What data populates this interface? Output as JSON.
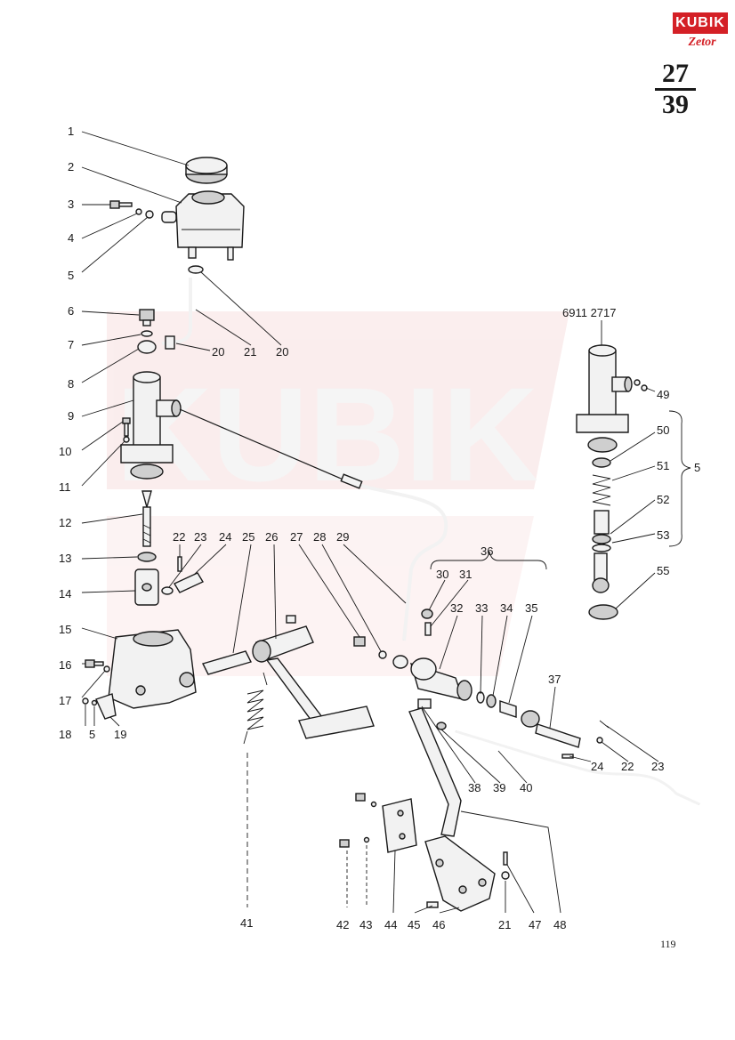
{
  "brand": {
    "name": "KUBIK",
    "sub": "Zetor",
    "color": "#d42026"
  },
  "page_fraction": {
    "top": "27",
    "bottom": "39"
  },
  "page_number": "119",
  "watermark": {
    "text": "KUBIK",
    "color": "#f5d6d6"
  },
  "part_code": "6911 2717",
  "callouts": [
    {
      "id": "c1",
      "text": "1"
    },
    {
      "id": "c2",
      "text": "2"
    },
    {
      "id": "c3",
      "text": "3"
    },
    {
      "id": "c4",
      "text": "4"
    },
    {
      "id": "c5",
      "text": "5"
    },
    {
      "id": "c6",
      "text": "6"
    },
    {
      "id": "c7",
      "text": "7"
    },
    {
      "id": "c8",
      "text": "8"
    },
    {
      "id": "c9",
      "text": "9"
    },
    {
      "id": "c10",
      "text": "10"
    },
    {
      "id": "c11",
      "text": "11"
    },
    {
      "id": "c12",
      "text": "12"
    },
    {
      "id": "c13",
      "text": "13"
    },
    {
      "id": "c14",
      "text": "14"
    },
    {
      "id": "c15",
      "text": "15"
    },
    {
      "id": "c16",
      "text": "16"
    },
    {
      "id": "c17",
      "text": "17"
    },
    {
      "id": "c18",
      "text": "18"
    },
    {
      "id": "c5b",
      "text": "5"
    },
    {
      "id": "c19",
      "text": "19"
    },
    {
      "id": "c20a",
      "text": "20"
    },
    {
      "id": "c21a",
      "text": "21"
    },
    {
      "id": "c20b",
      "text": "20"
    },
    {
      "id": "c22a",
      "text": "22"
    },
    {
      "id": "c23a",
      "text": "23"
    },
    {
      "id": "c24a",
      "text": "24"
    },
    {
      "id": "c25",
      "text": "25"
    },
    {
      "id": "c26",
      "text": "26"
    },
    {
      "id": "c27",
      "text": "27"
    },
    {
      "id": "c28",
      "text": "28"
    },
    {
      "id": "c29",
      "text": "29"
    },
    {
      "id": "c36",
      "text": "36"
    },
    {
      "id": "c30",
      "text": "30"
    },
    {
      "id": "c31",
      "text": "31"
    },
    {
      "id": "c32",
      "text": "32"
    },
    {
      "id": "c33",
      "text": "33"
    },
    {
      "id": "c34",
      "text": "34"
    },
    {
      "id": "c35",
      "text": "35"
    },
    {
      "id": "c37",
      "text": "37"
    },
    {
      "id": "c24b",
      "text": "24"
    },
    {
      "id": "c22b",
      "text": "22"
    },
    {
      "id": "c23b",
      "text": "23"
    },
    {
      "id": "c38",
      "text": "38"
    },
    {
      "id": "c39",
      "text": "39"
    },
    {
      "id": "c40",
      "text": "40"
    },
    {
      "id": "c41",
      "text": "41"
    },
    {
      "id": "c42",
      "text": "42"
    },
    {
      "id": "c43",
      "text": "43"
    },
    {
      "id": "c44",
      "text": "44"
    },
    {
      "id": "c45",
      "text": "45"
    },
    {
      "id": "c46",
      "text": "46"
    },
    {
      "id": "c21b",
      "text": "21"
    },
    {
      "id": "c47",
      "text": "47"
    },
    {
      "id": "c48",
      "text": "48"
    },
    {
      "id": "c49",
      "text": "49"
    },
    {
      "id": "c50",
      "text": "50"
    },
    {
      "id": "c51",
      "text": "51"
    },
    {
      "id": "c52",
      "text": "52"
    },
    {
      "id": "c53",
      "text": "53"
    },
    {
      "id": "c55",
      "text": "55"
    },
    {
      "id": "c5c",
      "text": "5"
    }
  ]
}
